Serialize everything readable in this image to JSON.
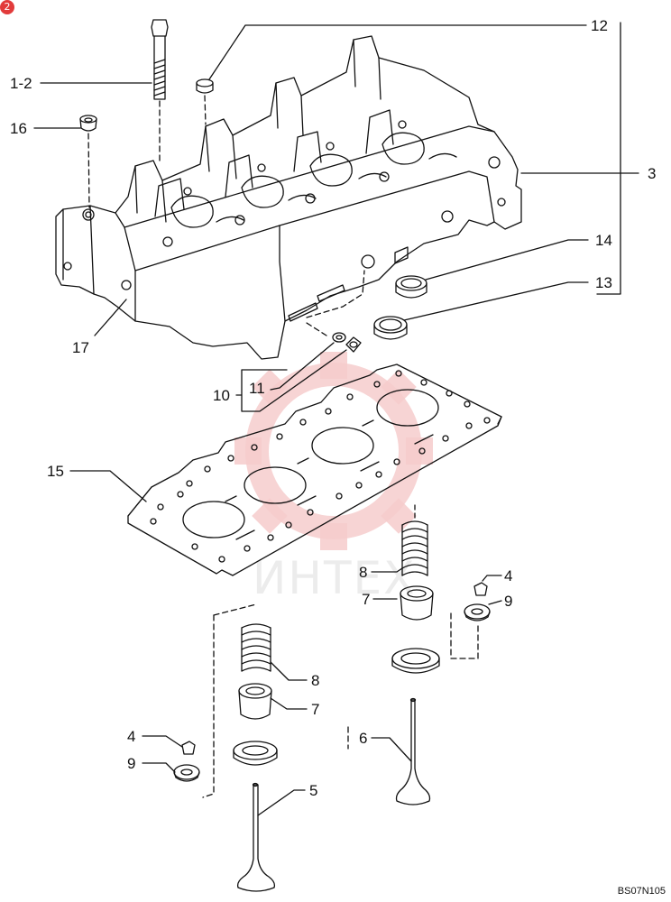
{
  "page_badge": "2",
  "watermark": "ИНТЕХ",
  "drawing_code": "BS07N105",
  "callouts": {
    "c1_2": "1-2",
    "c3": "3",
    "c4a": "4",
    "c4b": "4",
    "c5": "5",
    "c6": "6",
    "c7a": "7",
    "c7b": "7",
    "c8a": "8",
    "c8b": "8",
    "c9a": "9",
    "c9b": "9",
    "c10": "10",
    "c11": "11",
    "c12": "12",
    "c13": "13",
    "c14": "14",
    "c15": "15",
    "c16": "16",
    "c17": "17"
  },
  "colors": {
    "line": "#111111",
    "badge": "#e23b3b",
    "watermark": "#f4c8c8"
  }
}
